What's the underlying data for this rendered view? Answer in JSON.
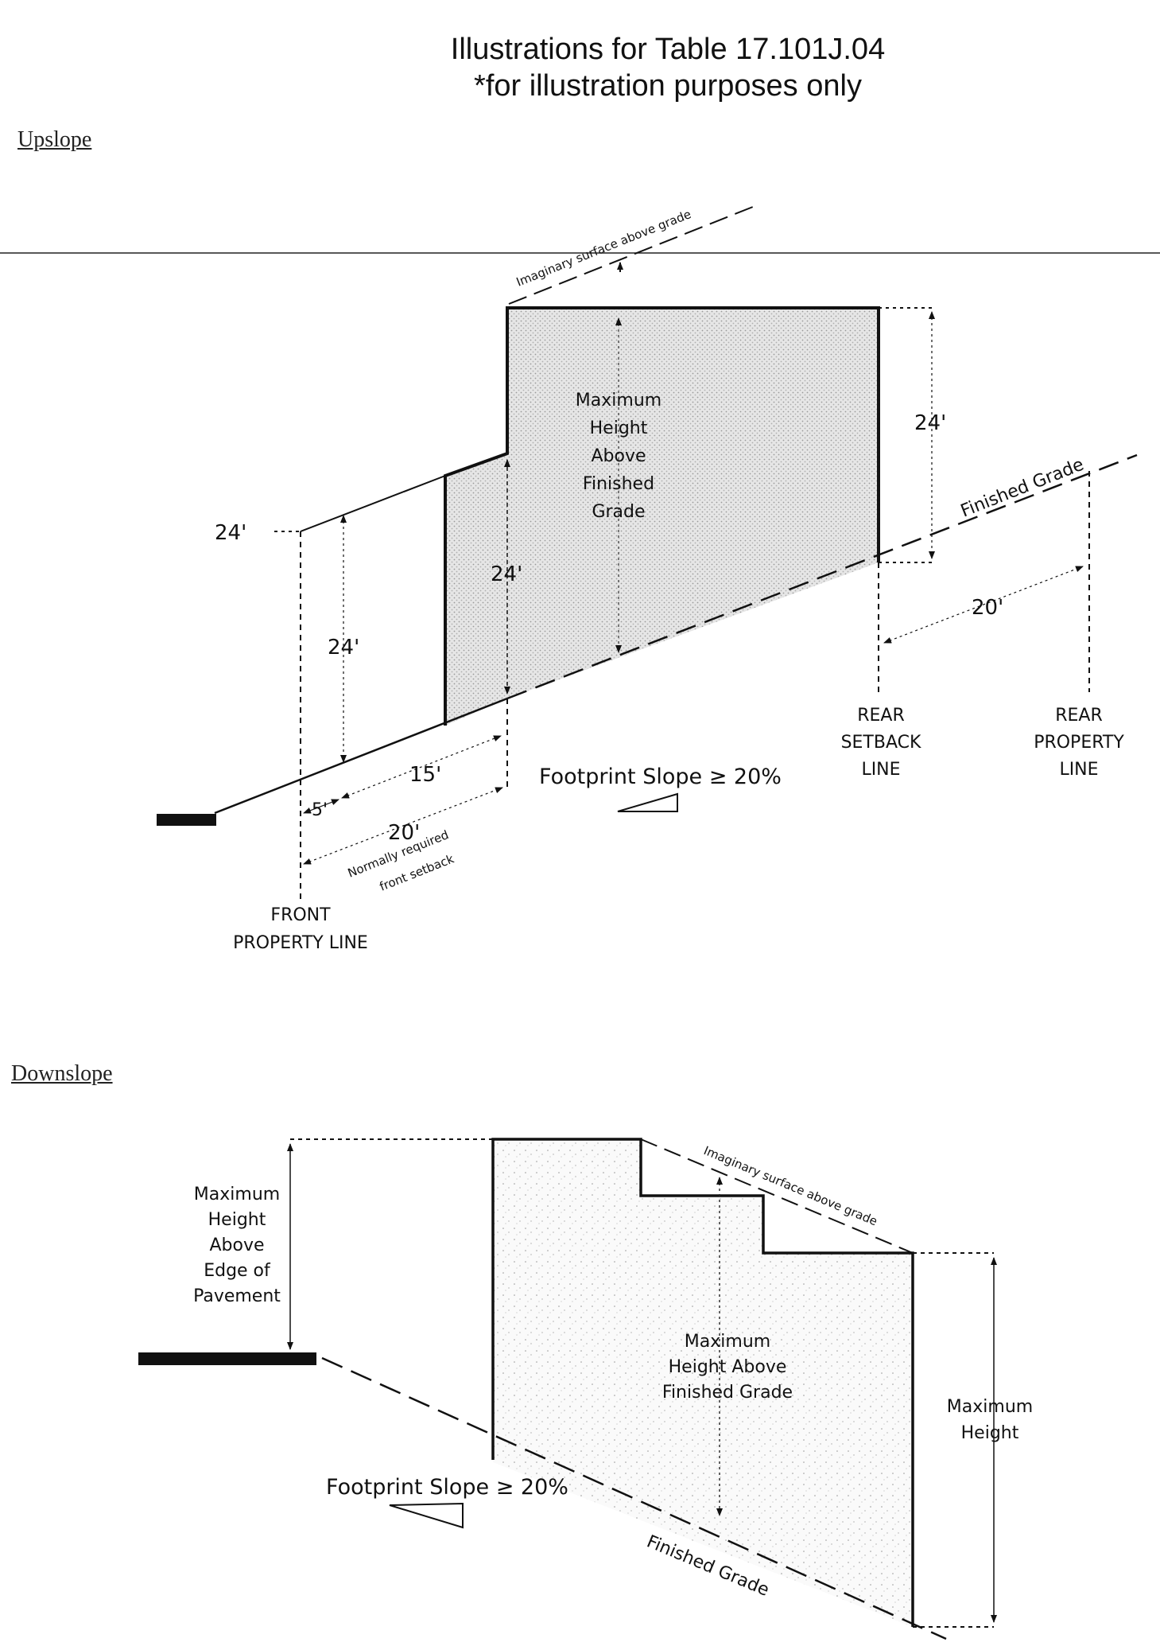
{
  "title": {
    "line1": "Illustrations for Table 17.101J.04",
    "line2": "*for illustration purposes only"
  },
  "upslope": {
    "heading": "Upslope",
    "imaginary_surface": "Imaginary surface above grade",
    "max_height_lines": [
      "Maximum",
      "Height",
      "Above",
      "Finished",
      "Grade"
    ],
    "dim_24_rear": "24'",
    "dim_24_front_tick": "24'",
    "dim_24_left": "24'",
    "dim_24_mid": "24'",
    "finished_grade": "Finished Grade",
    "dim_20_rear": "20'",
    "dim_15": "15'",
    "dim_5": "5'",
    "dim_20_front": "20'",
    "normally_required": "Normally required",
    "front_setback": "front setback",
    "footprint_slope": "Footprint Slope ≥ 20%",
    "rear_setback_lines": [
      "REAR",
      "SETBACK",
      "LINE"
    ],
    "rear_property_lines": [
      "REAR",
      "PROPERTY",
      "LINE"
    ],
    "front_property_lines": [
      "FRONT",
      "PROPERTY LINE"
    ]
  },
  "downslope": {
    "heading": "Downslope",
    "max_height_pavement_lines": [
      "Maximum",
      "Height",
      "Above",
      "Edge of",
      "Pavement"
    ],
    "imaginary_surface": "Imaginary surface above grade",
    "max_height_grade_lines": [
      "Maximum",
      "Height Above",
      "Finished Grade"
    ],
    "max_height_lines": [
      "Maximum",
      "Height"
    ],
    "footprint_slope": "Footprint Slope ≥ 20%",
    "finished_grade": "Finished Grade"
  }
}
